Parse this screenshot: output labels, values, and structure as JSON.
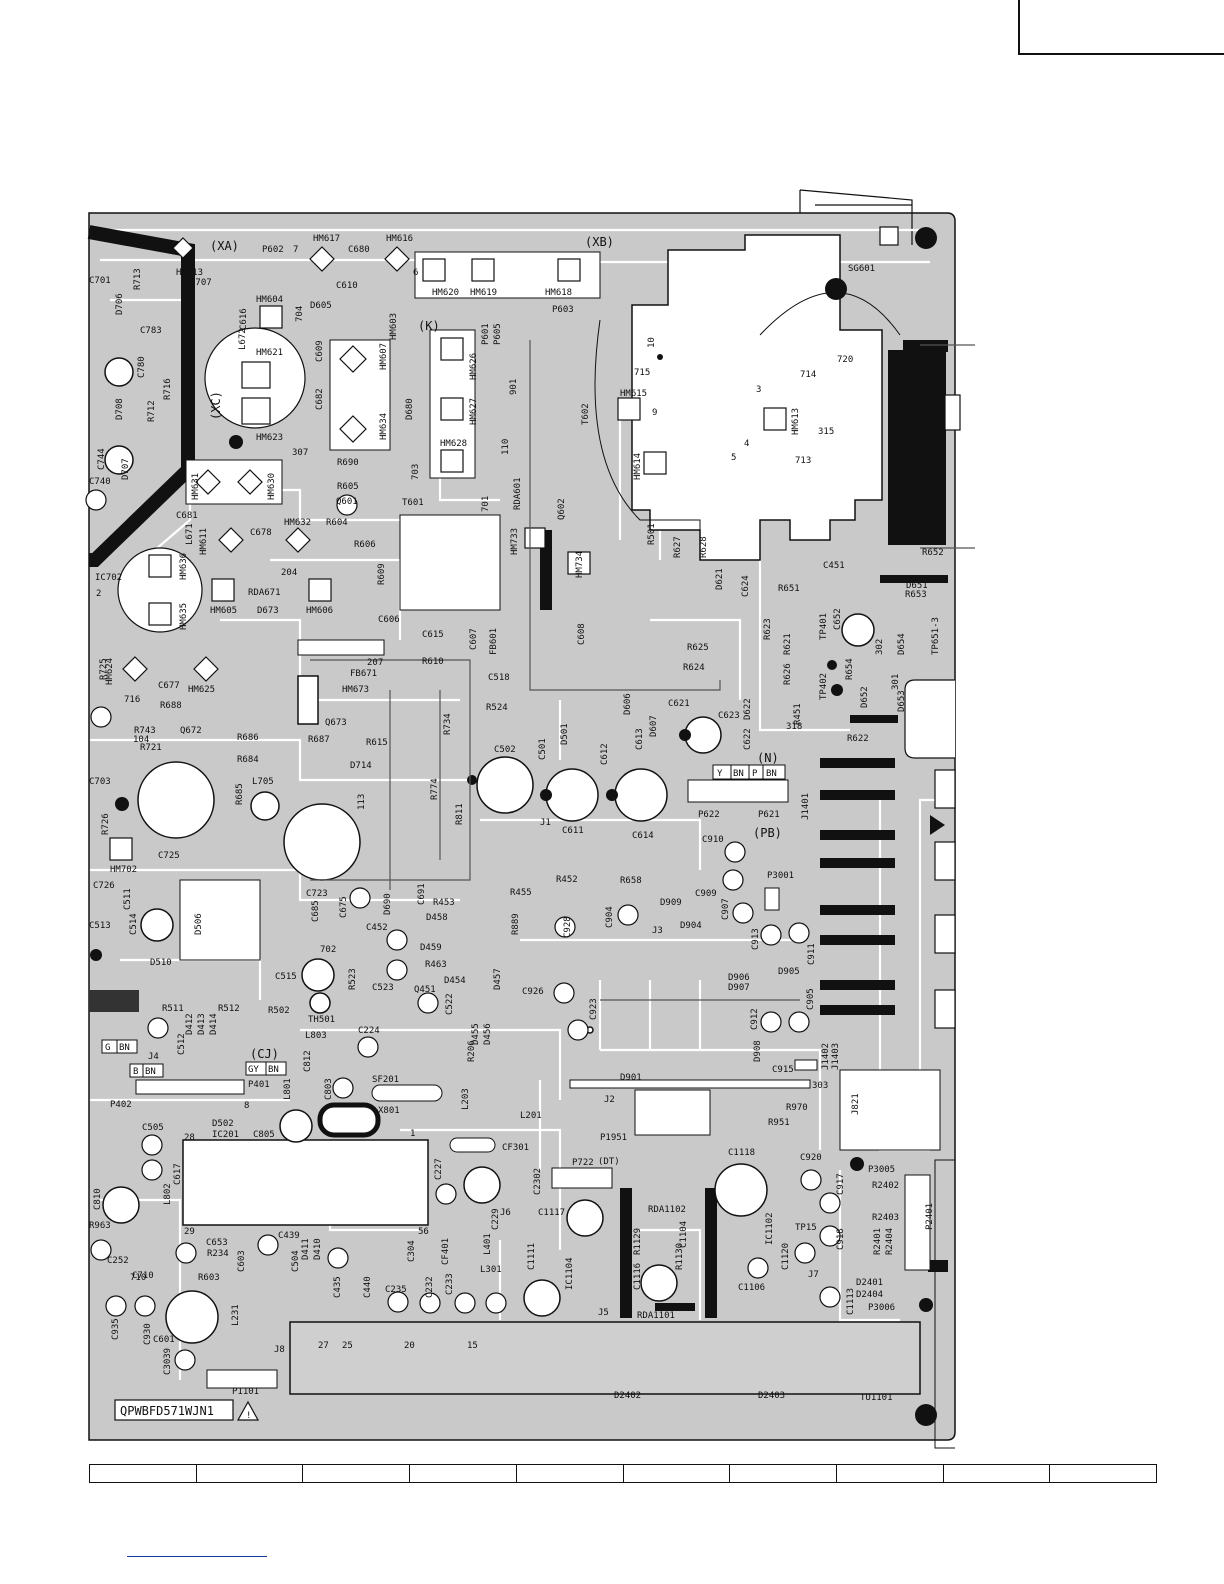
{
  "board": {
    "part_number": "QPWBFD571WJN1",
    "warning_mark": "!",
    "colors": {
      "copper": "#c9c9c9",
      "ink": "#111111",
      "trace": "#ffffff",
      "link": "#1a3a9a"
    }
  },
  "sections": {
    "xa": "(XA)",
    "xb": "(XB)",
    "xc": "(XC)",
    "k": "(K)",
    "n": "(N)",
    "pb": "(PB)",
    "cj": "(CJ)",
    "dt": "(DT)"
  },
  "connectors": {
    "p602": "P602",
    "p603": "P603",
    "p601": "P601",
    "p605": "P605",
    "p621": "P621",
    "p622": "P622",
    "p3001": "P3001",
    "p3005": "P3005",
    "p3006": "P3006",
    "p401": "P401",
    "p402": "P402",
    "p722": "P722",
    "p1951": "P1951",
    "p1101": "P1101",
    "p2401": "P2401",
    "j1401": "J1401",
    "j1402": "J1402",
    "j1403": "J1403",
    "j821": "J821",
    "tu1101": "TU1101",
    "tp651": "TP651-3"
  },
  "wire_tags": {
    "n_tags": [
      "Y",
      "BN",
      "P",
      "BN"
    ],
    "g_tags": [
      "G",
      "BN"
    ],
    "b_tags": [
      "B",
      "BN"
    ],
    "cj_tags": [
      "GY",
      "BN"
    ]
  },
  "pads": [
    "HM617",
    "HM616",
    "HM620",
    "HM619",
    "HM618",
    "HM604",
    "HM603",
    "HM621",
    "HM623",
    "HM607",
    "HM634",
    "HM626",
    "HM627",
    "HM628",
    "HM615",
    "HM614",
    "HM613",
    "HM631",
    "HM630",
    "HM632",
    "HM611",
    "HM636",
    "HM635",
    "HM605",
    "HM606",
    "HM624",
    "HM625",
    "HM673",
    "HM733",
    "HM734",
    "HM713",
    "HM702"
  ],
  "transistors_ics": [
    "IC702",
    "IC201",
    "IC1104",
    "IC1102",
    "Q601",
    "Q602",
    "Q673",
    "Q672",
    "Q451",
    "T601",
    "T602",
    "SG601",
    "FB601",
    "FB671",
    "L705",
    "L803",
    "L801",
    "L203",
    "L201",
    "L401",
    "L301",
    "L802",
    "L231",
    "L671",
    "L672",
    "X801",
    "SF201",
    "CF301",
    "TH501",
    "TP15",
    "TP401",
    "TP402",
    "RDA601",
    "RDA671",
    "RDA1101",
    "RDA1102"
  ],
  "capacitors": [
    "C680",
    "C610",
    "C616",
    "C701",
    "C707",
    "C703",
    "C780",
    "C744",
    "C740",
    "C681",
    "C678",
    "C677",
    "C609",
    "C682",
    "C606",
    "C615",
    "C607",
    "C518",
    "C502",
    "C501",
    "C612",
    "C613",
    "C611",
    "C614",
    "C621",
    "C623",
    "C622",
    "C624",
    "C608",
    "C451",
    "C652",
    "C725",
    "C723",
    "C726",
    "C511",
    "C513",
    "C514",
    "C515",
    "C523",
    "C522",
    "C224",
    "C512",
    "C505",
    "C805",
    "C803",
    "C617",
    "C812",
    "C691",
    "C685",
    "C675",
    "C452",
    "C910",
    "C909",
    "C907",
    "C904",
    "C928",
    "C926",
    "C923",
    "C913",
    "C911",
    "C912",
    "C905",
    "C915",
    "C920",
    "C917",
    "C918",
    "C1118",
    "C1117",
    "C1104",
    "C1116",
    "C1106",
    "C1120",
    "C1113",
    "C1111",
    "C2302",
    "C227",
    "C229",
    "C233",
    "C232",
    "C235",
    "C304",
    "C440",
    "C435",
    "C504",
    "C439",
    "C603",
    "C653",
    "C252",
    "C710",
    "C935",
    "C930",
    "C601",
    "C3039",
    "C810",
    "C783",
    "CF401"
  ],
  "resistors": [
    "R713",
    "R716",
    "R712",
    "R690",
    "R605",
    "R604",
    "R606",
    "R609",
    "R610",
    "R734",
    "R774",
    "R615",
    "R687",
    "R686",
    "R688",
    "R684",
    "R685",
    "R743",
    "R721",
    "R726",
    "R725",
    "R524",
    "R811",
    "R452",
    "R453",
    "R455",
    "R463",
    "R623",
    "R625",
    "R624",
    "R627",
    "R628",
    "R501",
    "R651",
    "R653",
    "R652",
    "R621",
    "R626",
    "R654",
    "R451",
    "R622",
    "R658",
    "R970",
    "R951",
    "R511",
    "R512",
    "R502",
    "R523",
    "R206",
    "R234",
    "R603",
    "R1129",
    "R1130",
    "R2402",
    "R2403",
    "R2401",
    "R2404",
    "R889",
    "R963"
  ],
  "diodes": [
    "D706",
    "D708",
    "D707",
    "D605",
    "D680",
    "D673",
    "D714",
    "D501",
    "D606",
    "D607",
    "D621",
    "D622",
    "D651",
    "D654",
    "D652",
    "D653",
    "D510",
    "D506",
    "D690",
    "D458",
    "D459",
    "D454",
    "D457",
    "D455",
    "D456",
    "D909",
    "D904",
    "D905",
    "D906",
    "D907",
    "D908",
    "D901",
    "D412",
    "D413",
    "D414",
    "D502",
    "D410",
    "D411",
    "D2401",
    "D2404",
    "D2402",
    "D2403"
  ],
  "pin_numbers": [
    "1",
    "2",
    "3",
    "4",
    "5",
    "6",
    "7",
    "8",
    "9",
    "10",
    "15",
    "20",
    "25",
    "27",
    "28",
    "29",
    "56",
    "104",
    "110",
    "113",
    "204",
    "207",
    "301",
    "302",
    "303",
    "307",
    "315",
    "318",
    "701",
    "702",
    "703",
    "704",
    "710",
    "713",
    "714",
    "715",
    "716",
    "720",
    "901"
  ],
  "jumpers": [
    "J1",
    "J2",
    "J3",
    "J4",
    "J5",
    "J6",
    "J7",
    "J8"
  ],
  "footer": {
    "link_text": ""
  }
}
